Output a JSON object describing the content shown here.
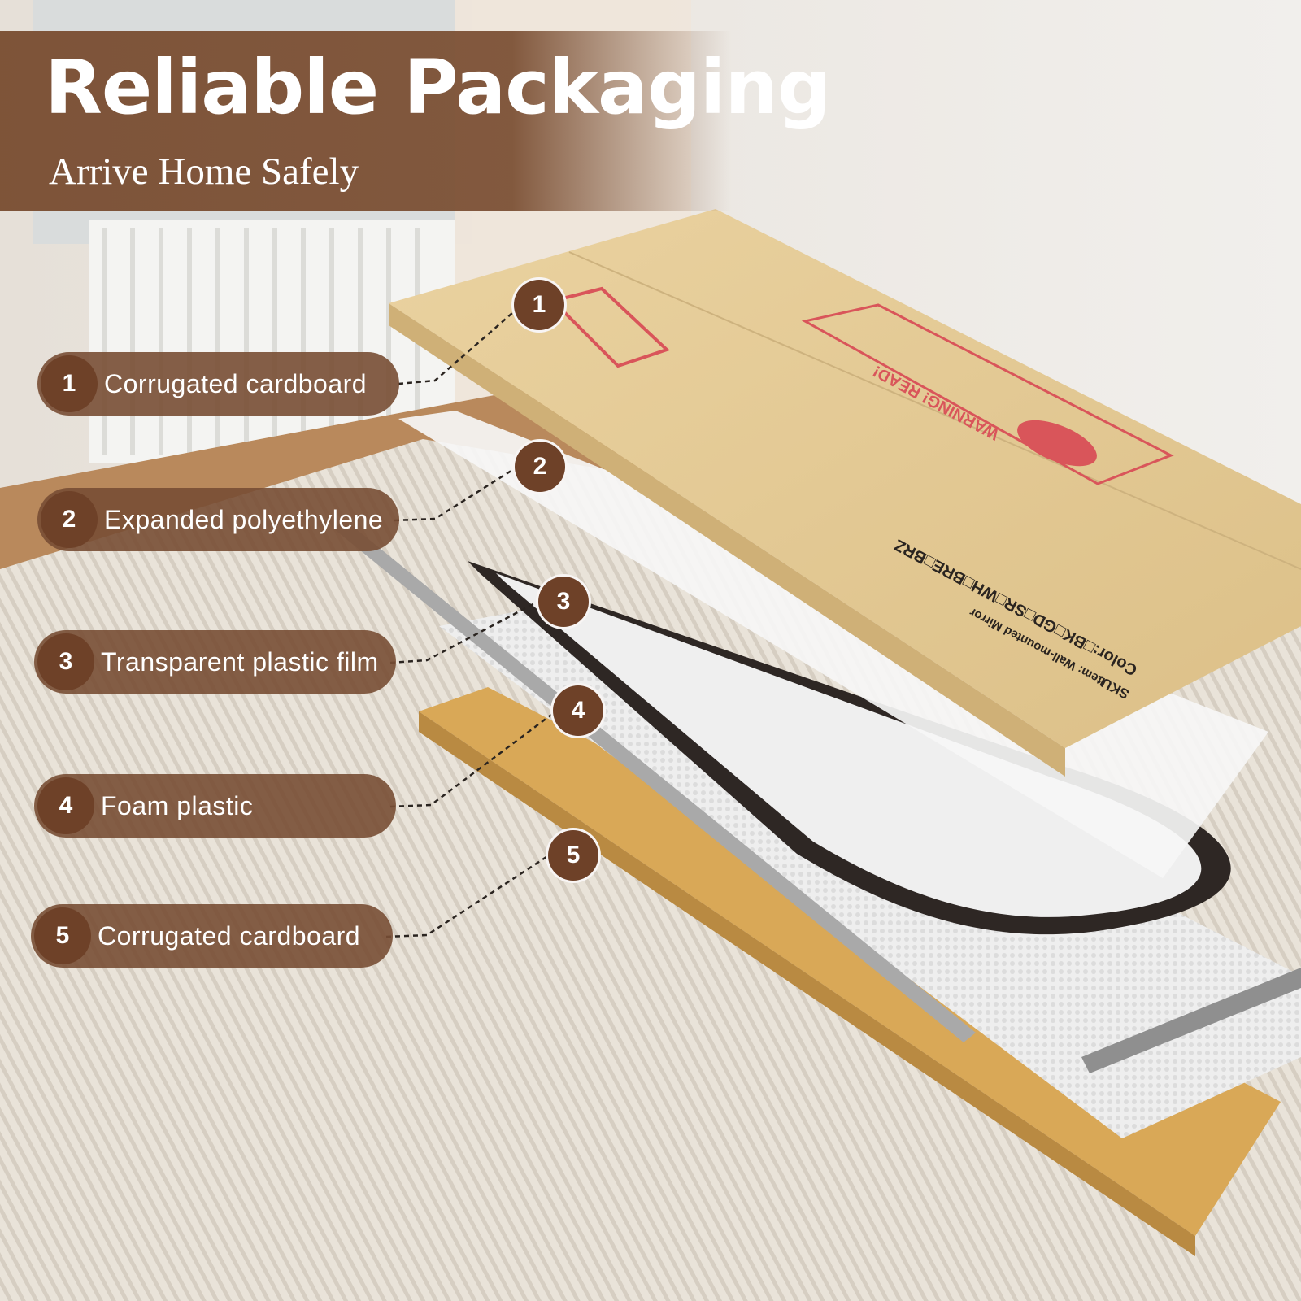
{
  "header": {
    "title": "Reliable Packaging",
    "subtitle": "Arrive Home Safely"
  },
  "layers": [
    {
      "number": "1",
      "label": "Corrugated cardboard"
    },
    {
      "number": "2",
      "label": "Expanded polyethylene"
    },
    {
      "number": "3",
      "label": "Transparent plastic film"
    },
    {
      "number": "4",
      "label": "Foam plastic"
    },
    {
      "number": "5",
      "label": "Corrugated cardboard"
    }
  ],
  "box_print": {
    "warning": "WARNING! READ!",
    "color_line": "Color:□BK□GD□SR□WH□BRE□BRZ",
    "sku_line": "SKU:",
    "item_line": "Item: Wall-mounted Mirror"
  },
  "colors": {
    "banner": "#7a4e32",
    "badge": "#6e4128",
    "cardboard": "#e2c690",
    "print_red": "#d9555a"
  }
}
